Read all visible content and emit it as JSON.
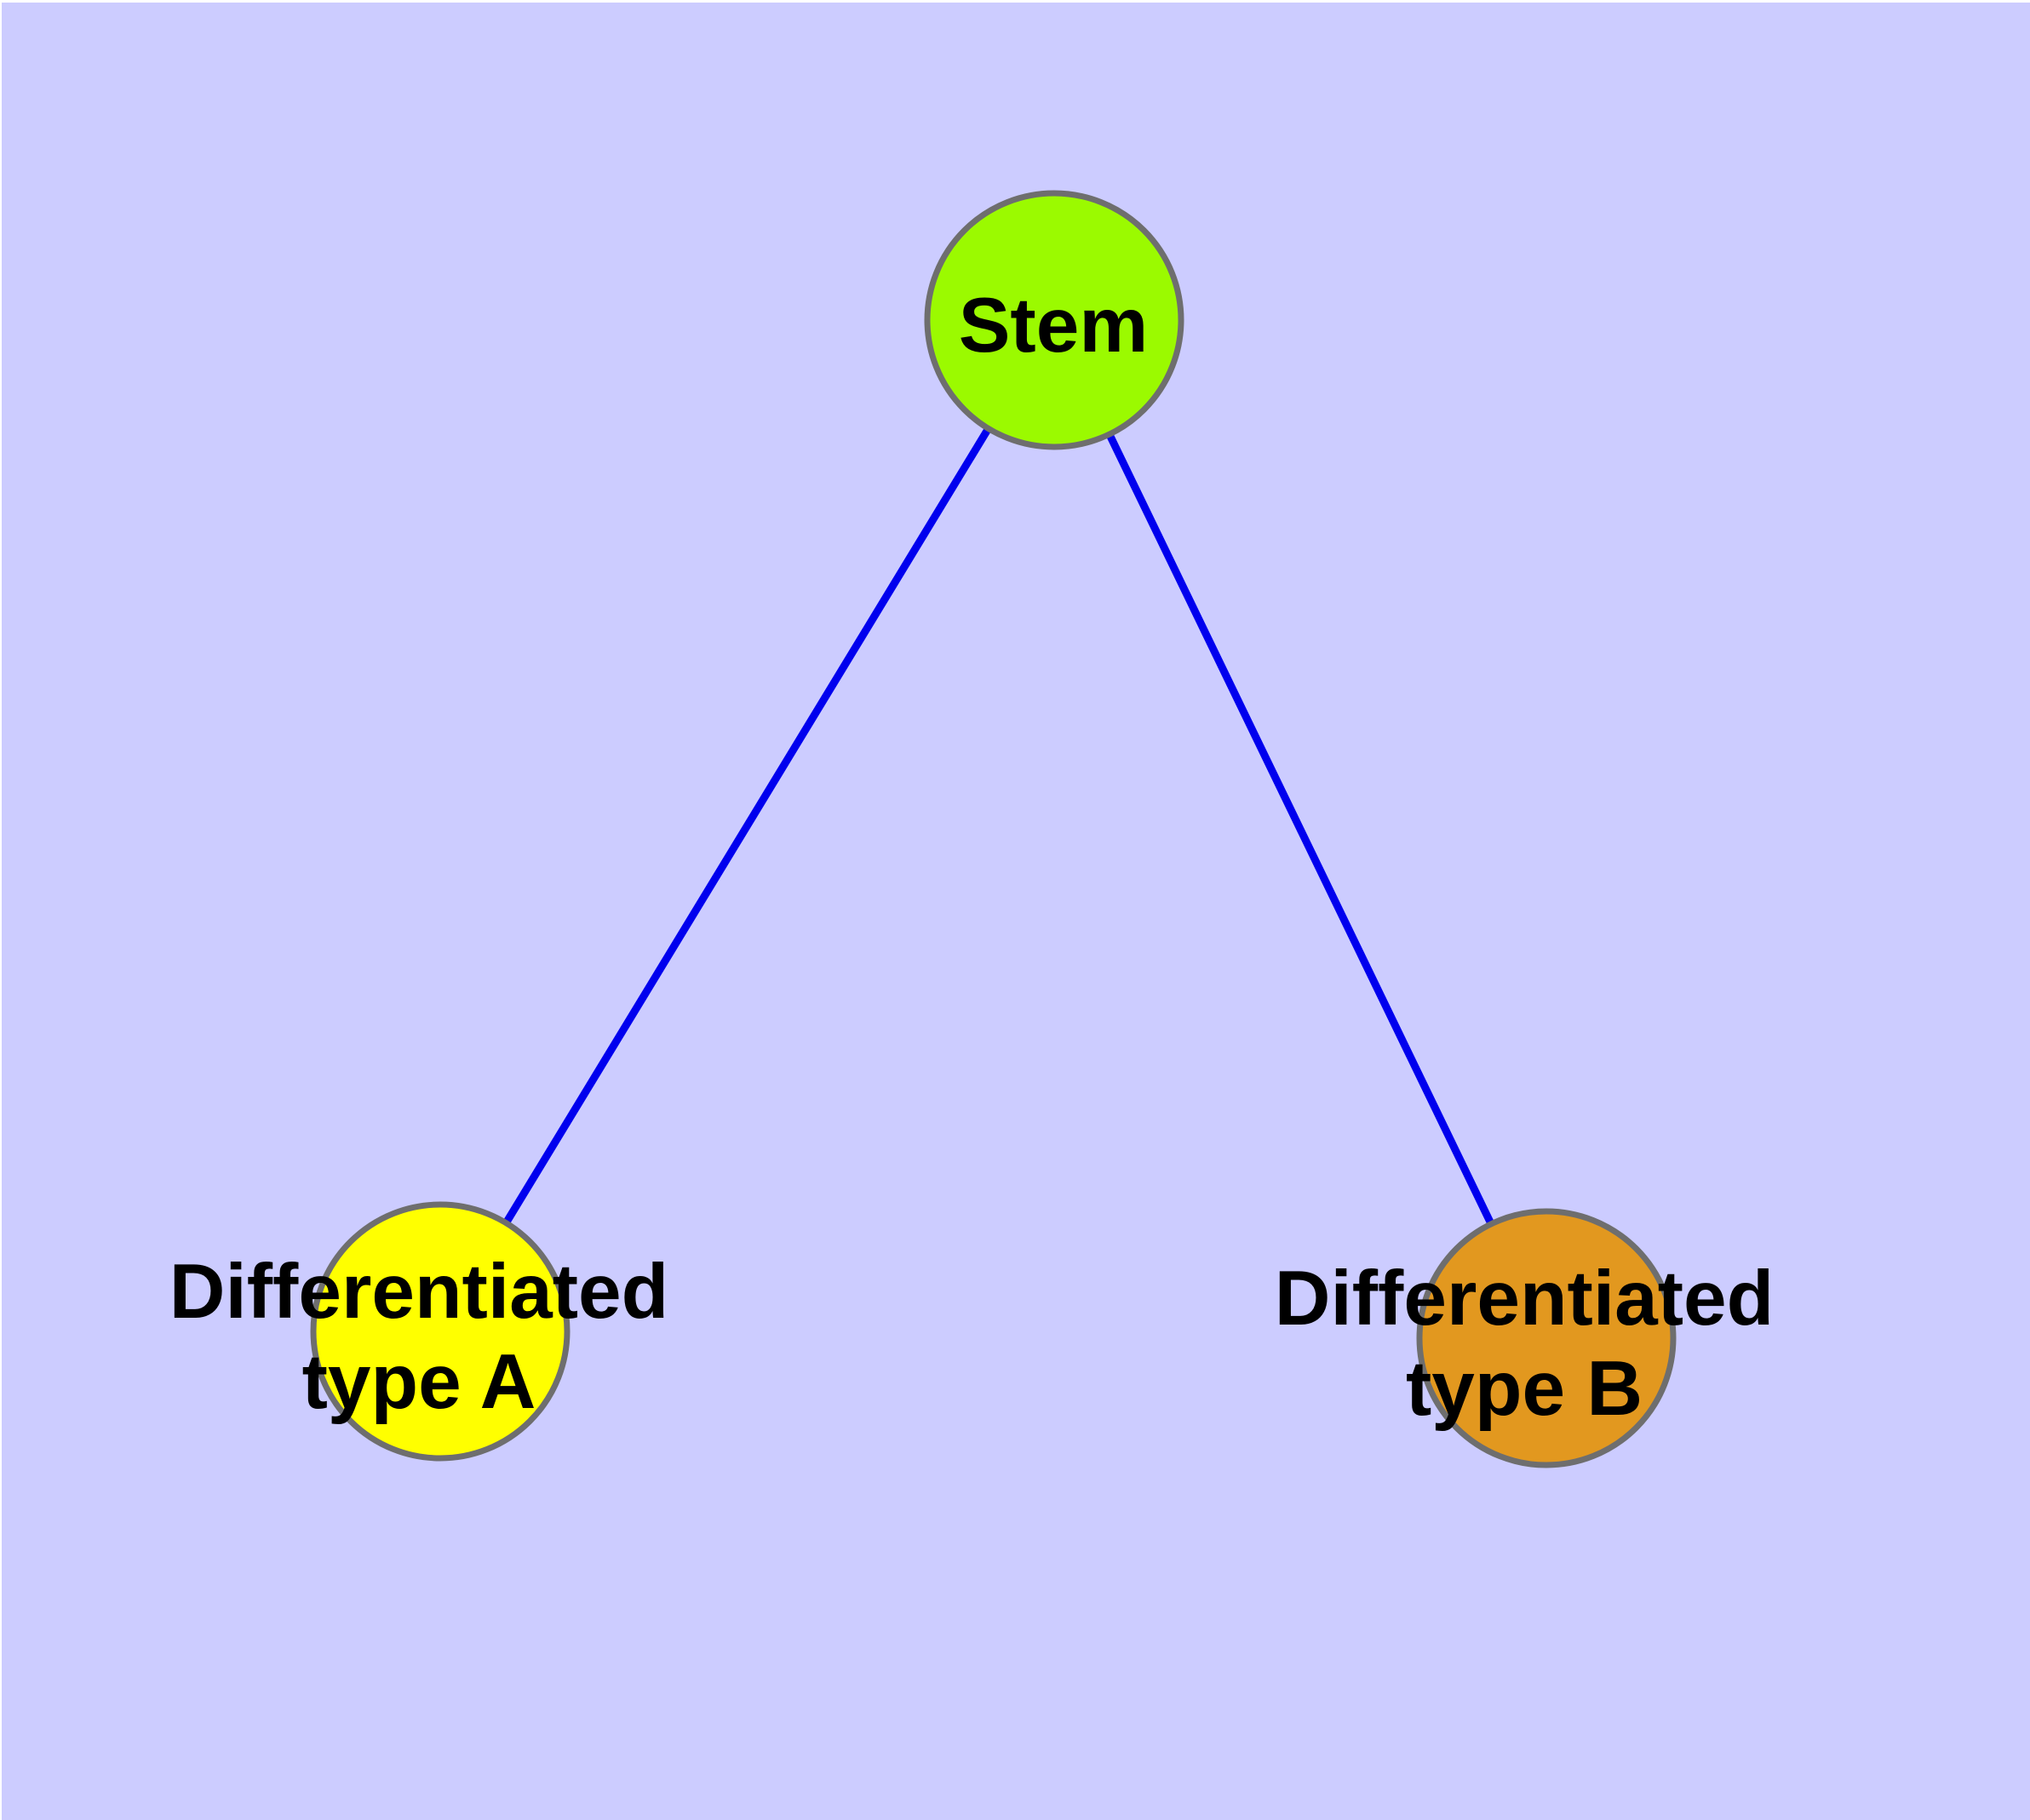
{
  "diagram": {
    "background_color": "#CCCCFF",
    "page_margin_color": "#FFFFFF",
    "edge_color": "#0000EE",
    "node_border_color": "#6E6E6E",
    "label_color": "#000000",
    "nodes": {
      "stem": {
        "label": "Stem",
        "fill": "#9BFA00"
      },
      "diff_a": {
        "label_line1": "Differentiated",
        "label_line2": "type A",
        "fill": "#FFFF00"
      },
      "diff_b": {
        "label_line1": "Differentiated",
        "label_line2": "type B",
        "fill": "#E2981F"
      }
    },
    "edges": [
      {
        "from": "Stem",
        "to": "Differentiated type A"
      },
      {
        "from": "Stem",
        "to": "Differentiated type B"
      }
    ]
  }
}
